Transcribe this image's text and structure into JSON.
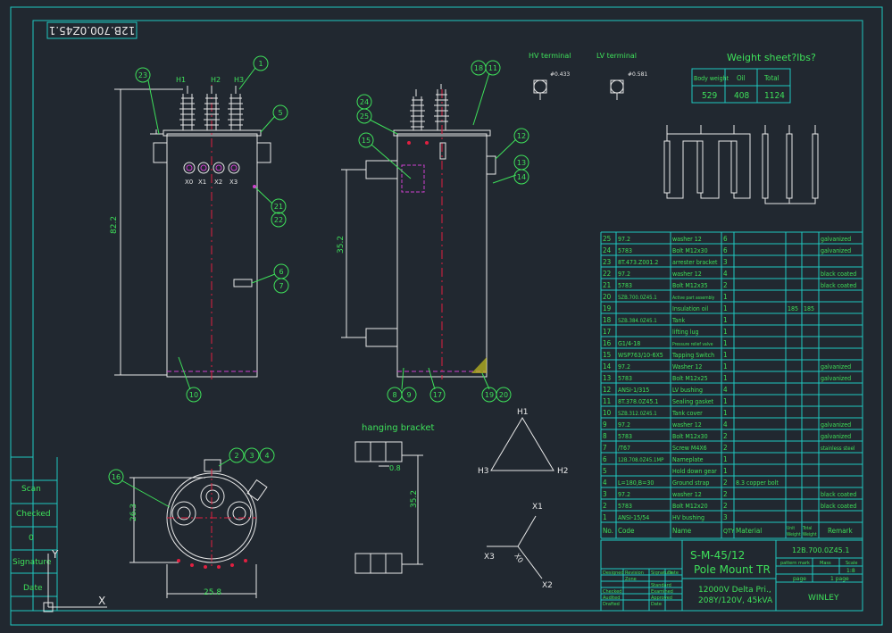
{
  "drawing_number": "12B.700.0Z45.1",
  "hv_terminal": {
    "label": "HV terminal",
    "sub": "#0.433"
  },
  "lv_terminal": {
    "label": "LV terminal",
    "sub": "#0.581"
  },
  "weight": {
    "title": "Weight sheet?lbs?",
    "headers": [
      "Body weight",
      "Oil",
      "Total"
    ],
    "values": [
      "529",
      "408",
      "1124"
    ]
  },
  "front_view": {
    "bushings": [
      "H1",
      "H2",
      "H3"
    ],
    "lv_bushings": [
      "X0",
      "X1",
      "X2",
      "X3"
    ],
    "height_dim": "82.2",
    "balloons": [
      "23",
      "1",
      "5",
      "21",
      "22",
      "6",
      "7",
      "10"
    ]
  },
  "side_view": {
    "dim": "35.2",
    "balloons": [
      "18",
      "11",
      "24",
      "25",
      "15",
      "12",
      "13",
      "14",
      "8",
      "9",
      "17",
      "19",
      "20"
    ]
  },
  "top_view": {
    "dim_w": "25.8",
    "dim_h": "26.3",
    "balloons": [
      "16",
      "2",
      "3",
      "4"
    ]
  },
  "hanging_bracket": {
    "label": "hanging bracket",
    "dim_small": "0.8",
    "dim_h": "35.2"
  },
  "delta": [
    "H1",
    "H2",
    "H3"
  ],
  "wye": [
    "X1",
    "X2",
    "X3",
    "X0"
  ],
  "left_block": [
    "Scan",
    "Checked",
    "0",
    "Signature",
    "Date"
  ],
  "bom": {
    "rows": [
      [
        "25",
        "97.2",
        "washer 12",
        "6",
        "",
        "",
        "",
        "galvanized"
      ],
      [
        "24",
        "5783",
        "Bolt M12x30",
        "6",
        "",
        "",
        "",
        "galvanized"
      ],
      [
        "23",
        "8T.473.Z001.2",
        "arrester bracket",
        "3",
        "",
        "",
        "",
        ""
      ],
      [
        "22",
        "97.2",
        "washer 12",
        "4",
        "",
        "",
        "",
        "black coated"
      ],
      [
        "21",
        "5783",
        "Bolt M12x35",
        "2",
        "",
        "",
        "",
        "black coated"
      ],
      [
        "20",
        "5ZB.700.0Z45.1",
        "Active part assembly",
        "1",
        "",
        "",
        "",
        ""
      ],
      [
        "19",
        "",
        "Insulation oil",
        "1",
        "",
        "185",
        "185",
        ""
      ],
      [
        "18",
        "5ZB.384.0Z45.1",
        "Tank",
        "1",
        "",
        "",
        "",
        ""
      ],
      [
        "17",
        "",
        "lifting lug",
        "1",
        "",
        "",
        "",
        ""
      ],
      [
        "16",
        "G1/4-18",
        "Pressure relief valve",
        "1",
        "",
        "",
        "",
        ""
      ],
      [
        "15",
        "WSP763/10-6X5",
        "Tapping Switch",
        "1",
        "",
        "",
        "",
        ""
      ],
      [
        "14",
        "97.2",
        "Washer 12",
        "1",
        "",
        "",
        "",
        "galvanized"
      ],
      [
        "13",
        "5783",
        "Bolt M12x25",
        "1",
        "",
        "",
        "",
        "galvanized"
      ],
      [
        "12",
        "ANSI-1/315",
        "LV bushing",
        "4",
        "",
        "",
        "",
        ""
      ],
      [
        "11",
        "8T.378.0Z45.1",
        "Sealing gasket",
        "1",
        "",
        "",
        "",
        ""
      ],
      [
        "10",
        "5ZB.312.0Z45.1",
        "Tank cover",
        "1",
        "",
        "",
        "",
        ""
      ],
      [
        "9",
        "97.2",
        "washer 12",
        "4",
        "",
        "",
        "",
        "galvanized"
      ],
      [
        "8",
        "5783",
        "Bolt M12x30",
        "2",
        "",
        "",
        "",
        "galvanized"
      ],
      [
        "7",
        "/T67",
        "Screw M4X6",
        "2",
        "",
        "",
        "",
        "stainless steel"
      ],
      [
        "6",
        "12B.708.0Z45.1MP",
        "Nameplate",
        "1",
        "",
        "",
        "",
        ""
      ],
      [
        "5",
        "",
        "Hold down gear",
        "1",
        "",
        "",
        "",
        ""
      ],
      [
        "4",
        "L=180,B=30",
        "Ground strap",
        "2",
        "8.3 copper bolt",
        "",
        "",
        ""
      ],
      [
        "3",
        "97.2",
        "washer 12",
        "2",
        "",
        "",
        "",
        "black coated"
      ],
      [
        "2",
        "5783",
        "Bolt M12x20",
        "2",
        "",
        "",
        "",
        "black coated"
      ],
      [
        "1",
        "ANSI-15/54",
        "HV bushing",
        "3",
        "",
        "",
        "",
        ""
      ]
    ],
    "headers": [
      "No.",
      "Code",
      "Name",
      "QTY",
      "Material",
      "Unit Weight",
      "Total Weight",
      "Remark"
    ]
  },
  "title_block": {
    "model": "S-M-45/12",
    "name": "Pole Mount TR",
    "spec1": "12000V Delta Pri.,",
    "spec2": "208Y/120V, 45kVA",
    "code": "12B.700.0Z45.1",
    "company": "WINLEY",
    "labels": [
      "pattern mark",
      "Mass",
      "Scale"
    ],
    "scale": "1:8",
    "page": "page",
    "pages": "1 page",
    "sign_rows": [
      "Designed",
      "Checked",
      "Audited",
      "Drafted"
    ],
    "sign_cols": [
      "Revision",
      "Zone",
      "Signature",
      "Date"
    ],
    "sign_right": [
      "Standard",
      "Examined",
      "Approved",
      "Date"
    ]
  },
  "colors": {
    "background": "#212830",
    "lines": "#e8e8e8",
    "table": "#1fc8c0",
    "text": "#3ee05a",
    "centerline": "#e02040",
    "hidden": "#d040d0"
  }
}
